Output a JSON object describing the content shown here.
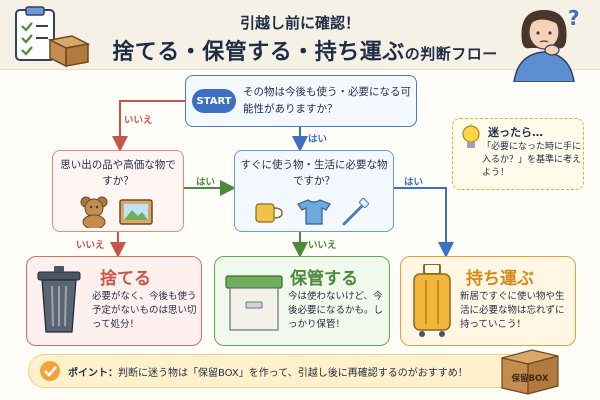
{
  "header": {
    "title_line1": "引越し前に確認！",
    "title_line2_main": "捨てる・保管する・持ち運ぶ",
    "title_line2_suffix": "の判断フロー",
    "question_mark": "?"
  },
  "start": {
    "badge": "START",
    "question": "その物は今後も使う・必要になる可能性がありますか？"
  },
  "question_left": {
    "text": "思い出の品や高価な物ですか？"
  },
  "question_mid": {
    "text": "すぐに使う物・生活に必要な物ですか？"
  },
  "edge_labels": {
    "start_no": "いいえ",
    "start_yes": "はい",
    "left_yes": "はい",
    "left_no": "いいえ",
    "mid_no": "いいえ",
    "mid_yes": "はい"
  },
  "tip": {
    "title": "迷ったら…",
    "body": "「必要になった時に手に入るか？」を基準に考えよう！"
  },
  "results": {
    "throw": {
      "title": "捨てる",
      "text": "必要がなく、今後も使う予定がないものは思い切って処分！"
    },
    "keep": {
      "title": "保管する",
      "text": "今は使わないけど、今後必要になるかも。しっかり保管！"
    },
    "carry": {
      "title": "持ち運ぶ",
      "text": "新居ですぐに使い物や生活に必要な物は忘れずに持っていこう！"
    }
  },
  "point": {
    "label": "ポイント：",
    "text": "判断に迷う物は「保留BOX」を作って、引越し後に再確認するのがおすすめ！",
    "box_label": "保留BOX"
  },
  "colors": {
    "no_path": "#c7554a",
    "yes_path": "#3d6fc2",
    "keep_path": "#4c8a3a",
    "accent": "#e0a135"
  }
}
